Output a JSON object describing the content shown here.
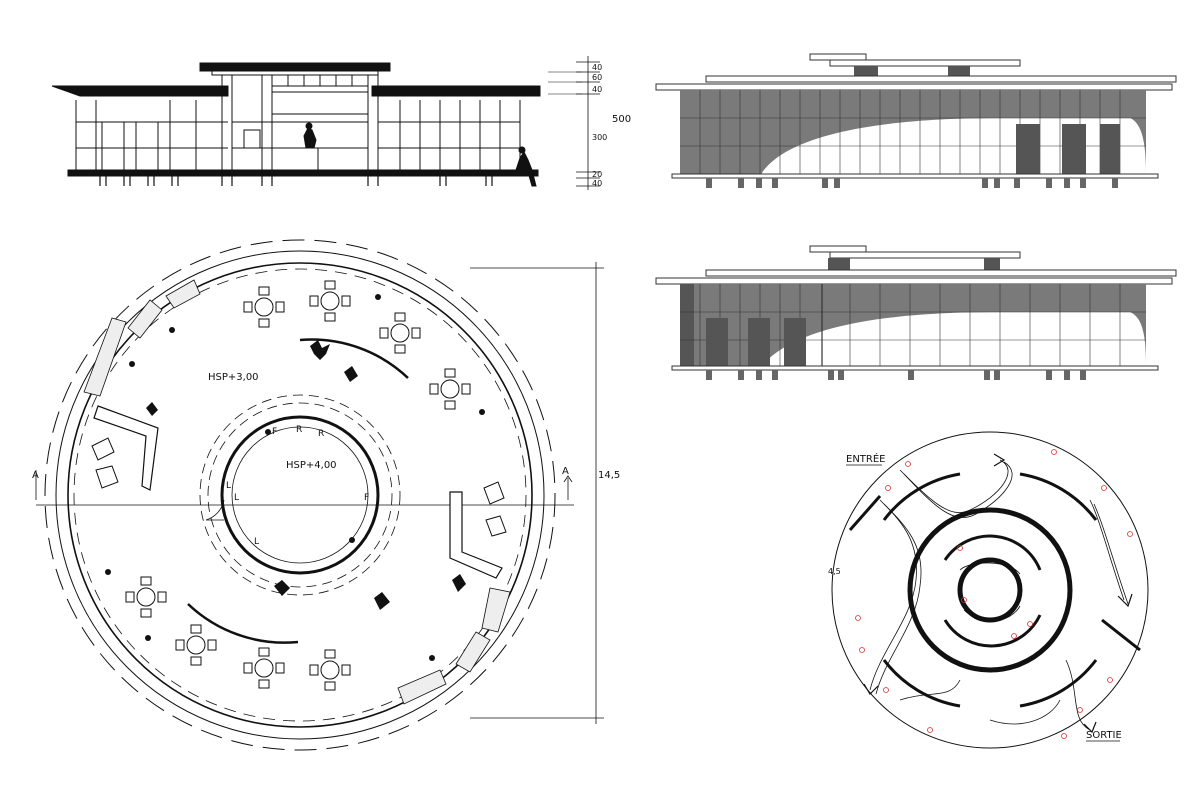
{
  "section": {
    "dims": [
      "40",
      "60",
      "40",
      "300",
      "20",
      "40"
    ],
    "total": "500"
  },
  "plan": {
    "hsp_outer": "HSP+3,00",
    "hsp_inner": "HSP+4,00",
    "section_mark_left": "A",
    "section_mark_right": "A",
    "diameter": "14,5",
    "counter_letters": [
      "F",
      "R",
      "R",
      "F",
      "L",
      "L",
      "L"
    ]
  },
  "flow": {
    "entry": "ENTRÉE",
    "exit": "SORTIE",
    "dim": "4,5"
  },
  "colors": {
    "ink": "#111111",
    "glass": "#7a7a7a",
    "marker": "#e03030"
  }
}
